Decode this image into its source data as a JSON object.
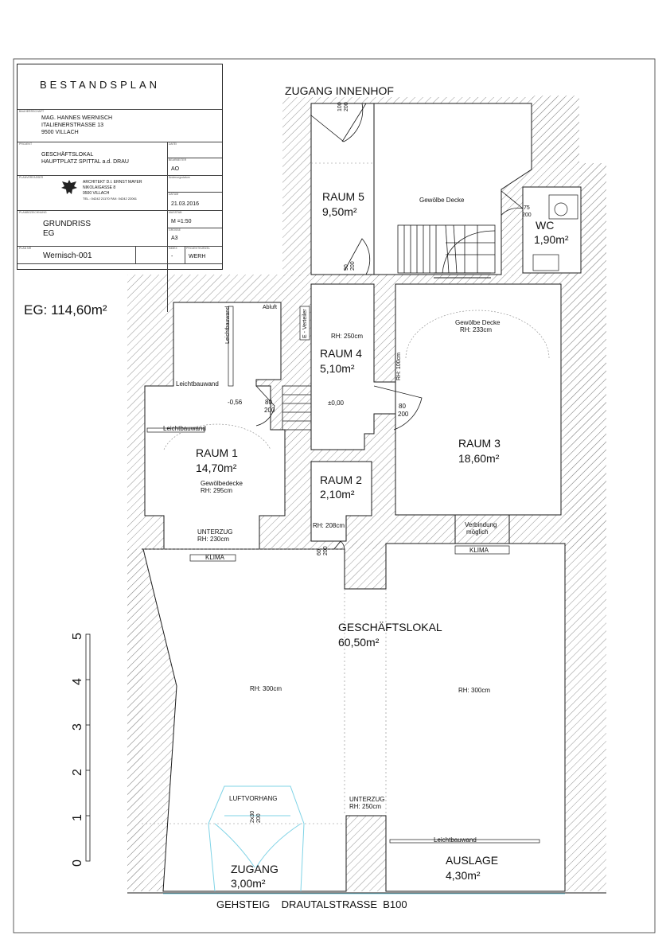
{
  "title_block": {
    "title": "BESTANDSPLAN",
    "client_label": "BAUHERRSCHAFT",
    "client_lines": [
      "MAG. HANNES WERNISCH",
      "ITALIENERSTRASSE 13",
      "9500  VILLACH"
    ],
    "project_label": "PROJEKT",
    "project_lines": [
      "GESCHÄFTSLOKAL",
      "HAUPTPLATZ SPITTAL a.d. DRAU"
    ],
    "date_label": "DATEI",
    "drawn_label": "BEARBEITER",
    "drawn_value": "AO",
    "planner_label": "PLANVERFASSER",
    "architect_lines": [
      "ARCHITEKT D.I. ERNST MAYER",
      "NIKOLAIGASSE 8",
      "9500 VILLACH",
      "TEL.: 04242 21170 FAX: 04242 22061"
    ],
    "change_label": "Änderungsdatum",
    "datum_label": "DATUM",
    "datum_value": "21.03.2016",
    "content_label": "PLANBEZEICHNUNG",
    "content_lines": [
      "GRUNDRISS",
      "EG"
    ],
    "scale_label": "MASSTAB",
    "scale_value": "M =1:50",
    "format_label": "GRÖSSE",
    "format_value": "A3",
    "plan_no_label": "PLAN NR",
    "plan_no_value": "Wernisch-001",
    "index_label": "INDEX",
    "index_value": "-",
    "code_label": "PROJEKTKÜRZEL",
    "code_value": "WERH"
  },
  "total_area": "EG: 114,60m²",
  "rooms": {
    "raum5": {
      "name": "RAUM 5",
      "area": "9,50m²"
    },
    "wc": {
      "name": "WC",
      "area": "1,90m²",
      "door": [
        "75",
        "200"
      ]
    },
    "raum4": {
      "name": "RAUM 4",
      "area": "5,10m²",
      "rh": "RH: 250cm",
      "level": "±0,00"
    },
    "raum1": {
      "name": "RAUM 1",
      "area": "14,70m²",
      "note": "Gewölbedecke",
      "rh": "RH: 295cm"
    },
    "raum2": {
      "name": "RAUM 2",
      "area": "2,10m²",
      "rh": "RH: 208cm"
    },
    "raum3": {
      "name": "RAUM 3",
      "area": "18,60m²",
      "note": "Gewölbe Decke",
      "rh": "RH: 233cm"
    },
    "geschaeft": {
      "name": "GESCHÄFTSLOKAL",
      "area": "60,50m²",
      "rh_left": "RH: 300cm",
      "rh_right": "RH: 300cm"
    },
    "zugang": {
      "name": "ZUGANG",
      "area": "3,00m²"
    },
    "auslage": {
      "name": "AUSLAGE",
      "area": "4,30m²"
    }
  },
  "labels": {
    "zugang_innenhof": "ZUGANG  INNENHOF",
    "door_top": [
      "100",
      "200"
    ],
    "gewoelbe_decke": "Gewölbe Decke",
    "door_90": [
      "90",
      "200"
    ],
    "abluft": "Abluft",
    "leichtbauwand_vert": "Leichtbauwand",
    "leichtbauwand_1": "Leichtbauwand",
    "leichtbauwand_2": "Leichtbauwand",
    "leichtbauwand_3": "Leichtbauwand",
    "e_verteiler": "E - Verteiler",
    "level_neg": "-0,56",
    "door_80a": [
      "80",
      "200"
    ],
    "door_80b": [
      "80",
      "200"
    ],
    "rh_100": "RH: 100cm",
    "door_60": [
      "60",
      "200"
    ],
    "unterzug_1": "UNTERZUG",
    "unterzug_1_rh": "RH: 230cm",
    "klima_1": "KLIMA",
    "klima_2": "KLIMA",
    "verbindung": [
      "Verbindung",
      "möglich"
    ],
    "unterzug_2": "UNTERZUG",
    "unterzug_2_rh": "RH: 250cm",
    "luftvorhang": "LUFTVORHANG",
    "door_2x30": [
      "2x30",
      "200"
    ],
    "street": "GEHSTEIG    DRAUTALSTRASSE  B100"
  },
  "scale_bar": [
    "0",
    "1",
    "2",
    "3",
    "4",
    "5"
  ],
  "colors": {
    "line": "#1a1a1a",
    "hatch": "#8a8a8a",
    "glass": "#7fd3e6"
  }
}
